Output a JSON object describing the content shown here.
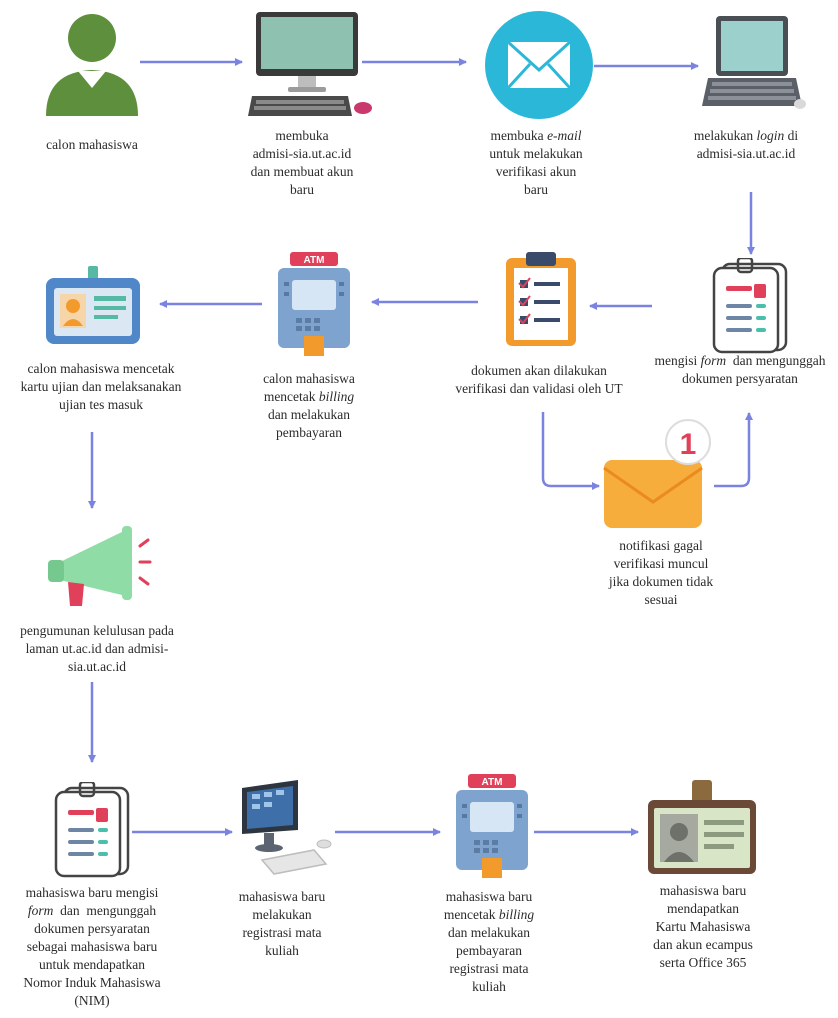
{
  "steps": {
    "s1": {
      "lines": [
        "calon mahasiswa"
      ],
      "icon": "person-icon"
    },
    "s2": {
      "lines": [
        "membuka",
        "admisi-sia.ut.ac.id",
        "dan membuat akun",
        "baru"
      ],
      "icon": "desktop-computer-icon"
    },
    "s3": {
      "l1a": "membuka ",
      "l1b": "e-mail",
      "lines": [
        "untuk melakukan",
        "verifikasi akun",
        "baru"
      ],
      "icon": "envelope-icon"
    },
    "s4": {
      "l1a": "melakukan ",
      "l1b": "login",
      "l1c": " di",
      "l2": "admisi-sia.ut.ac.id",
      "icon": "laptop-icon"
    },
    "s5": {
      "l1a": "mengisi ",
      "l1b": "form",
      "l1c": "  dan mengunggah",
      "l2": "dokumen persyaratan",
      "icon": "clipboard-form-icon"
    },
    "s6": {
      "lines": [
        "dokumen akan dilakukan",
        "verifikasi dan validasi oleh UT"
      ],
      "icon": "checklist-icon"
    },
    "s7": {
      "lines": [
        "notifikasi gagal",
        "verifikasi muncul",
        "jika dokumen tidak",
        "sesuai"
      ],
      "badge": "1",
      "icon": "notification-envelope-icon"
    },
    "s8": {
      "l1": "calon mahasiswa",
      "l2a": "mencetak ",
      "l2b": "billing",
      "l3": "dan melakukan",
      "l4": "pembayaran",
      "atm": "ATM",
      "icon": "atm-icon"
    },
    "s9": {
      "lines": [
        "calon mahasiswa mencetak",
        "kartu ujian dan melaksanakan",
        "ujian tes masuk"
      ],
      "icon": "id-card-icon"
    },
    "s10": {
      "lines": [
        "pengumunan kelulusan pada",
        "laman ut.ac.id dan admisi-",
        "sia.ut.ac.id"
      ],
      "icon": "megaphone-icon"
    },
    "s11": {
      "l1": "mahasiswa baru mengisi",
      "l2a": "form",
      "l2b": "  dan  mengunggah",
      "lines": [
        "dokumen persyaratan",
        "sebagai mahasiswa baru",
        "untuk mendapatkan",
        "Nomor Induk Mahasiswa",
        "(NIM)"
      ],
      "icon": "clipboard-form-icon"
    },
    "s12": {
      "lines": [
        "mahasiswa baru",
        "melakukan",
        "registrasi mata",
        "kuliah"
      ],
      "icon": "desktop-computer-icon"
    },
    "s13": {
      "l1": "mahasiswa baru",
      "l2a": "mencetak ",
      "l2b": "billing",
      "lines": [
        "dan melakukan",
        "pembayaran",
        "registrasi mata",
        "kuliah"
      ],
      "atm": "ATM",
      "icon": "atm-icon"
    },
    "s14": {
      "lines": [
        "mahasiswa baru",
        "mendapatkan",
        "Kartu Mahasiswa",
        "dan akun ecampus",
        "serta Office 365"
      ],
      "icon": "student-card-icon"
    }
  },
  "colors": {
    "arrow": "#7b83e0",
    "green": "#5d8f3c",
    "teal": "#2bb8d8",
    "card": "#4f87c9",
    "orange": "#f39a2c",
    "atm": "#7ea3cf",
    "brown": "#6a4a37"
  }
}
